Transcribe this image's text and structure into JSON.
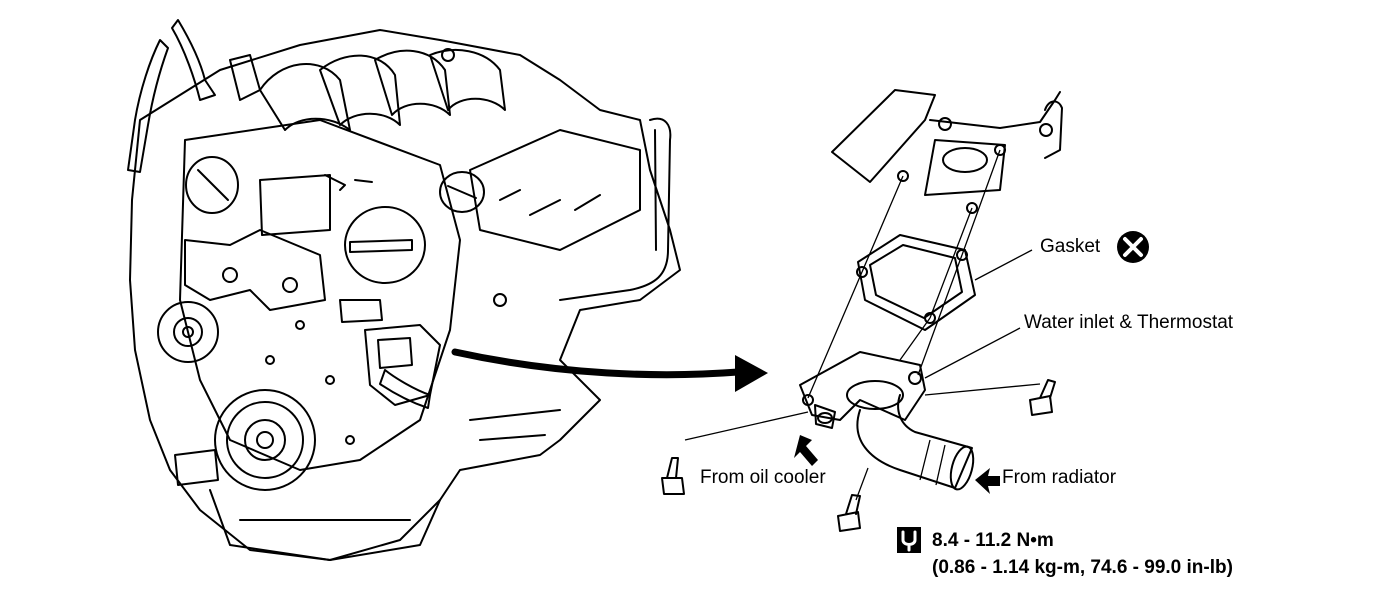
{
  "labels": {
    "gasket": "Gasket",
    "water_inlet": "Water inlet & Thermostat",
    "oil_cooler": "From oil cooler",
    "radiator": "From radiator"
  },
  "torque": {
    "metric": "8.4 - 11.2 N•m",
    "imperial": "(0.86 - 1.14 kg-m, 74.6 - 99.0 in-lb)"
  },
  "icons": {
    "gasket_replace": "replace-circle-x-icon",
    "torque": "torque-wrench-icon"
  }
}
